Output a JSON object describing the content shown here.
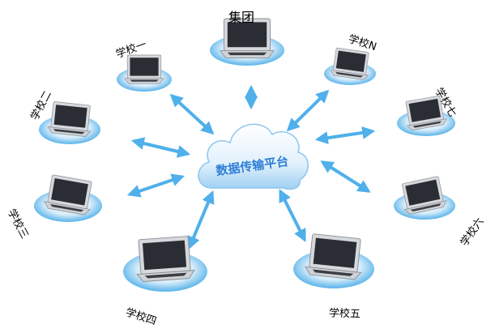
{
  "cloud_label": "数据传输平台",
  "nodes": [
    {
      "id": "hub",
      "label": "集团"
    },
    {
      "id": "n",
      "label": "学校N"
    },
    {
      "id": "7",
      "label": "学校七"
    },
    {
      "id": "6",
      "label": "学校六"
    },
    {
      "id": "5",
      "label": "学校五"
    },
    {
      "id": "4",
      "label": "学校四"
    },
    {
      "id": "3",
      "label": "学校三"
    },
    {
      "id": "2",
      "label": "学校二"
    },
    {
      "id": "1",
      "label": "学校一"
    }
  ],
  "colors": {
    "platform_disc": "#3aa5e6",
    "platform_disc_light": "#d9eefb",
    "arrow": "#4fb0ea",
    "cloud_text": "#2f7fd8",
    "laptop_body": "#cfd2d6",
    "laptop_screen": "#2a2d33"
  }
}
